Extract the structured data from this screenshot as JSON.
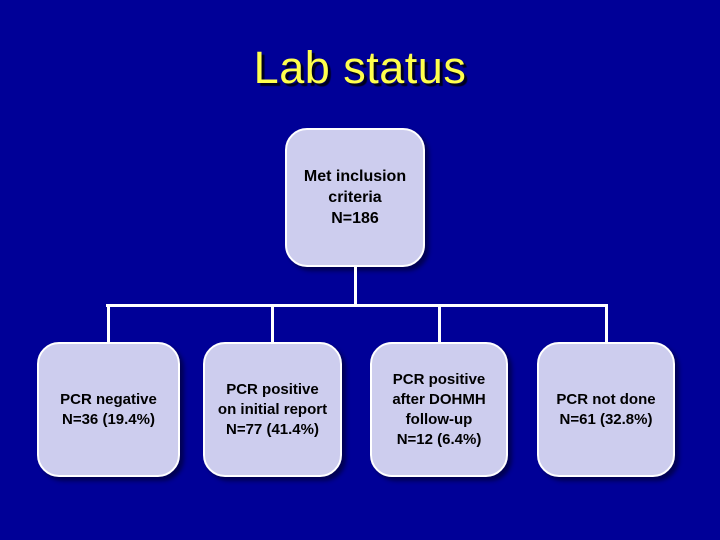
{
  "slide": {
    "title": "Lab status",
    "colors": {
      "background": "#000097",
      "box_fill": "#cdcdee",
      "box_border": "#ffffff",
      "connector": "#ffffff",
      "title_color": "#ffff4d",
      "box_text_color": "#000000"
    },
    "root_box": {
      "text": "Met inclusion\ncriteria\nN=186"
    },
    "child_boxes": [
      {
        "text": "PCR negative\nN=36 (19.4%)"
      },
      {
        "text": "PCR positive\non initial report\nN=77 (41.4%)"
      },
      {
        "text": "PCR positive\nafter DOHMH\nfollow-up\nN=12 (6.4%)"
      },
      {
        "text": "PCR not done\nN=61 (32.8%)"
      }
    ]
  }
}
